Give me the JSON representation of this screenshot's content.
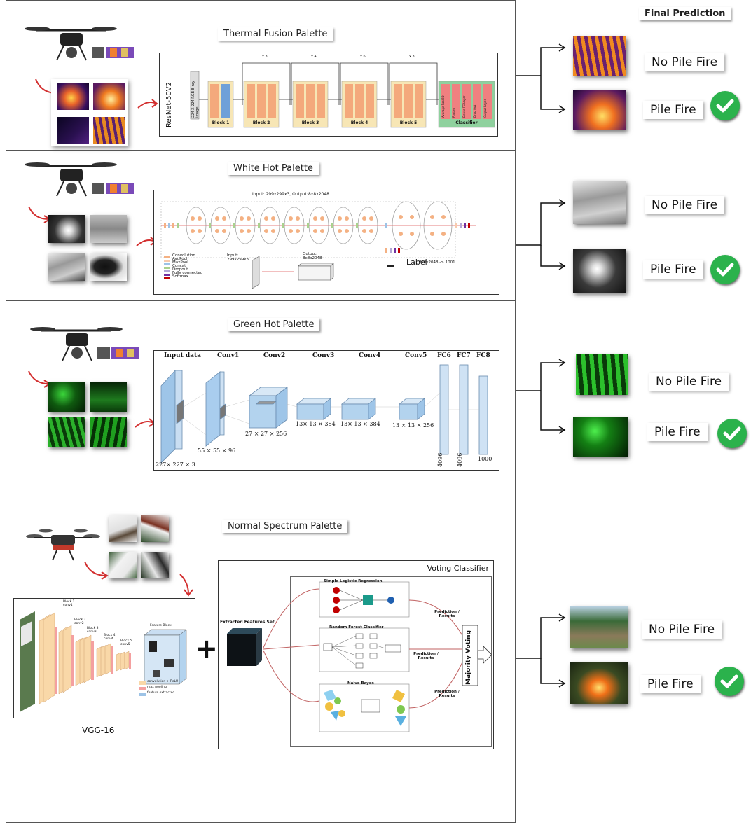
{
  "header": {
    "final_prediction": "Final Prediction"
  },
  "rows": [
    {
      "palette": "Thermal Fusion Palette",
      "no_fire": "No Pile Fire",
      "fire": "Pile Fire"
    },
    {
      "palette": "White Hot Palette",
      "no_fire": "No Pile Fire",
      "fire": "Pile Fire"
    },
    {
      "palette": "Green Hot Palette",
      "no_fire": "No Pile Fire",
      "fire": "Pile Fire"
    },
    {
      "palette": "Normal Spectrum Palette",
      "no_fire": "No Pile Fire",
      "fire": "Pile Fire"
    }
  ],
  "resnet": {
    "name": "ResNet-50V2",
    "input": "224 X 224 RGB 8-ray image",
    "blocks": [
      "Block 1",
      "Block 2",
      "Block 3",
      "Block 4",
      "Block 5"
    ],
    "classifier": "Classifier",
    "repeats": [
      "x 3",
      "x 4",
      "x 6",
      "x 3"
    ],
    "classifier_layers": [
      "Average Pool2D",
      "Flatten",
      "Dense FC Layer",
      "Drop Out",
      "Output Layer"
    ]
  },
  "inception": {
    "io": "Input: 299x299x3, Output:8x8x2048",
    "legend": [
      "Convolution",
      "AvgPool",
      "MaxPool",
      "Concat",
      "Dropout",
      "Fully connected",
      "Softmax"
    ],
    "legend_colors": [
      "#f4b183",
      "#f8cbad",
      "#9dc3e6",
      "#a9d18e",
      "#b4a7d6",
      "#7030a0",
      "#c00000"
    ],
    "input_label": "Input:\n299x299x3",
    "output_label": "Output:\n8x8x2048",
    "label_text": "Label",
    "final_text": "8x8x2048 -> 1001"
  },
  "alexnet": {
    "layers": [
      "Input data",
      "Conv1",
      "Conv2",
      "Conv3",
      "Conv4",
      "Conv5",
      "FC6",
      "FC7",
      "FC8"
    ],
    "dims": [
      "227× 227 × 3",
      "55 × 55 × 96",
      "27 × 27 × 256",
      "13× 13 × 384",
      "13× 13 × 384",
      "13 × 13 × 256",
      "4096",
      "4096",
      "1000"
    ]
  },
  "vgg": {
    "name": "VGG-16",
    "blocks": [
      "Block 1\nconv1",
      "Block 2\nconv2",
      "Block 3\nconv3",
      "Block 4\nconv4",
      "Block 5\nconv5"
    ],
    "feature_block": "Feature Block",
    "legend": [
      "convolution + ReLU",
      "max pooling",
      "feature extracted"
    ]
  },
  "voting": {
    "title": "Voting Classifier",
    "features": "Extracted Features Set",
    "classifiers": [
      "Simple Logistic Regression",
      "Random Forest Classifier",
      "Naive Bayes"
    ],
    "prediction": "Prediction / Results",
    "majority": "Majority Voting"
  },
  "plus": "+",
  "colors": {
    "check": "#2bb24c",
    "arrow_red": "#d32f2f",
    "resnet_block": "#f7e6b5",
    "resnet_classifier": "#8fd19e"
  }
}
